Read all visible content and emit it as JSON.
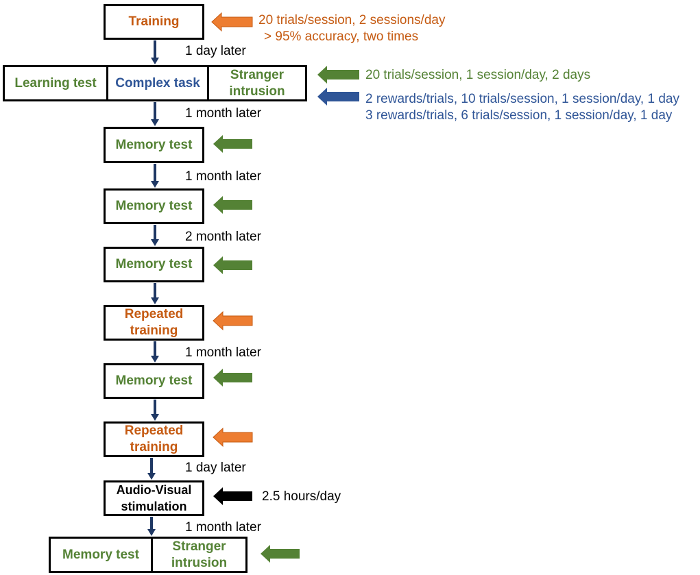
{
  "colors": {
    "orange": "#c55a11",
    "green": "#548235",
    "blue": "#2f5597",
    "black": "#000000",
    "orange_arrow": "#ed7d31",
    "green_arrow": "#548235",
    "blue_arrow": "#2f5597",
    "down_arrow": "#1f3864"
  },
  "steps": {
    "training": "Training",
    "learning_test": "Learning test",
    "complex_task": "Complex task",
    "stranger_intrusion_1": "Stranger intrusion",
    "memory_test_1": "Memory test",
    "memory_test_2": "Memory test",
    "memory_test_3": "Memory test",
    "repeated_training_1": "Repeated training",
    "memory_test_4": "Memory test",
    "repeated_training_2": "Repeated training",
    "av_stimulation": "Audio-Visual stimulation",
    "memory_test_5": "Memory test",
    "stranger_intrusion_2": "Stranger intrusion"
  },
  "intervals": [
    "1 day later",
    "1 month later",
    "1 month later",
    "2 month later",
    "1 month later",
    "1 day later",
    "1 month later"
  ],
  "notes": {
    "training_line1": "20 trials/session, 2 sessions/day",
    "training_line2": "> 95% accuracy, two times",
    "learning_line": "20 trials/session, 1 session/day, 2 days",
    "complex_line1": "2 rewards/trials, 10 trials/session, 1 session/day, 1 day",
    "complex_line2": "3 rewards/trials, 6 trials/session, 1 session/day, 1 day",
    "av_line": "2.5 hours/day"
  }
}
